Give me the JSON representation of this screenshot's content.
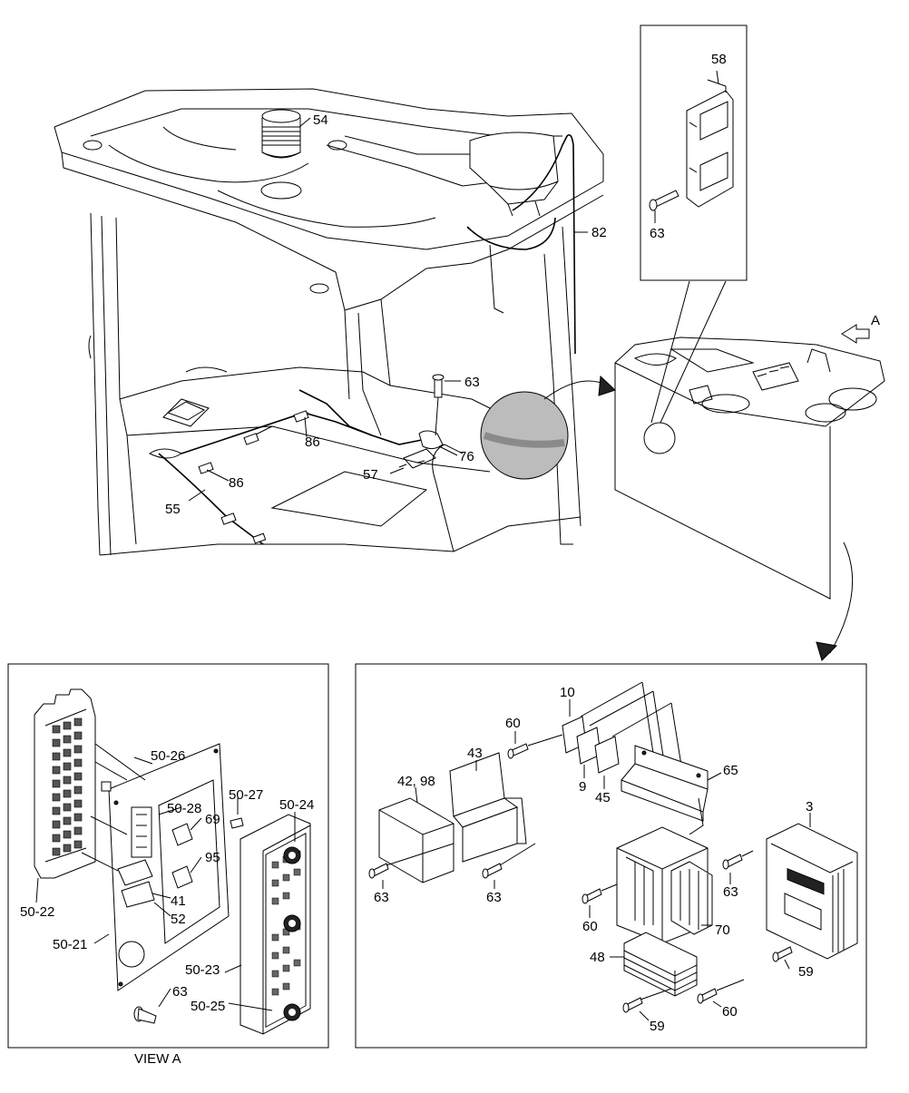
{
  "diagram": {
    "view_caption": "VIEW A",
    "view_arrow_label": "A",
    "main_labels": {
      "l54": "54",
      "l82": "82",
      "l63_top": "63",
      "l76": "76",
      "l86_right": "86",
      "l86_left": "86",
      "l57": "57",
      "l55": "55"
    },
    "detail_labels": {
      "l58": "58",
      "l63": "63"
    },
    "view_a_labels": {
      "l50_26": "50-26",
      "l50_27": "50-27",
      "l50_24": "50-24",
      "l50_28": "50-28",
      "l69": "69",
      "l95": "95",
      "l41": "41",
      "l52": "52",
      "l50_22": "50-22",
      "l50_21": "50-21",
      "l50_23": "50-23",
      "l63": "63",
      "l50_25": "50-25"
    },
    "controller_labels": {
      "l10": "10",
      "l60_top": "60",
      "l43": "43",
      "l42_98": "42, 98",
      "l9": "9",
      "l45": "45",
      "l65": "65",
      "l3": "3",
      "l63_left": "63",
      "l63_mid": "63",
      "l63_right": "63",
      "l60_mid": "60",
      "l70": "70",
      "l48": "48",
      "l59_right": "59",
      "l59_bottom": "59",
      "l60_bottom": "60"
    }
  }
}
